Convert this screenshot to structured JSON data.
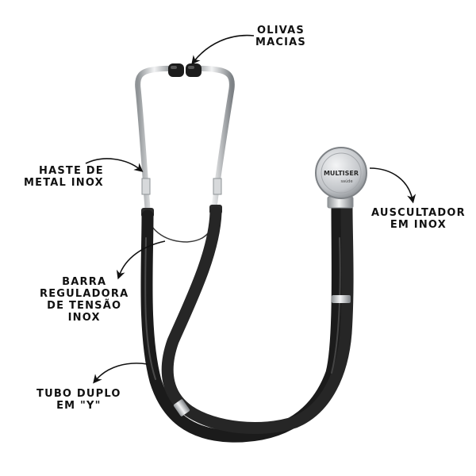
{
  "labels": {
    "olivas": [
      "OLIVAS",
      "MACIAS"
    ],
    "haste": [
      "HASTE DE",
      "METAL INOX"
    ],
    "auscultador": [
      "AUSCULTADOR",
      "EM INOX"
    ],
    "barra": [
      "BARRA",
      "REGULADORA",
      "DE TENSÃO",
      "INOX"
    ],
    "tubo": [
      "TUBO DUPLO",
      "EM \"Y\""
    ]
  },
  "brand": {
    "logo_text": "MULTISER",
    "logo_subtext": "saúde"
  },
  "colors": {
    "tube": "#1b1b1b",
    "metal": "#b9bcc0",
    "label": "#111111"
  }
}
